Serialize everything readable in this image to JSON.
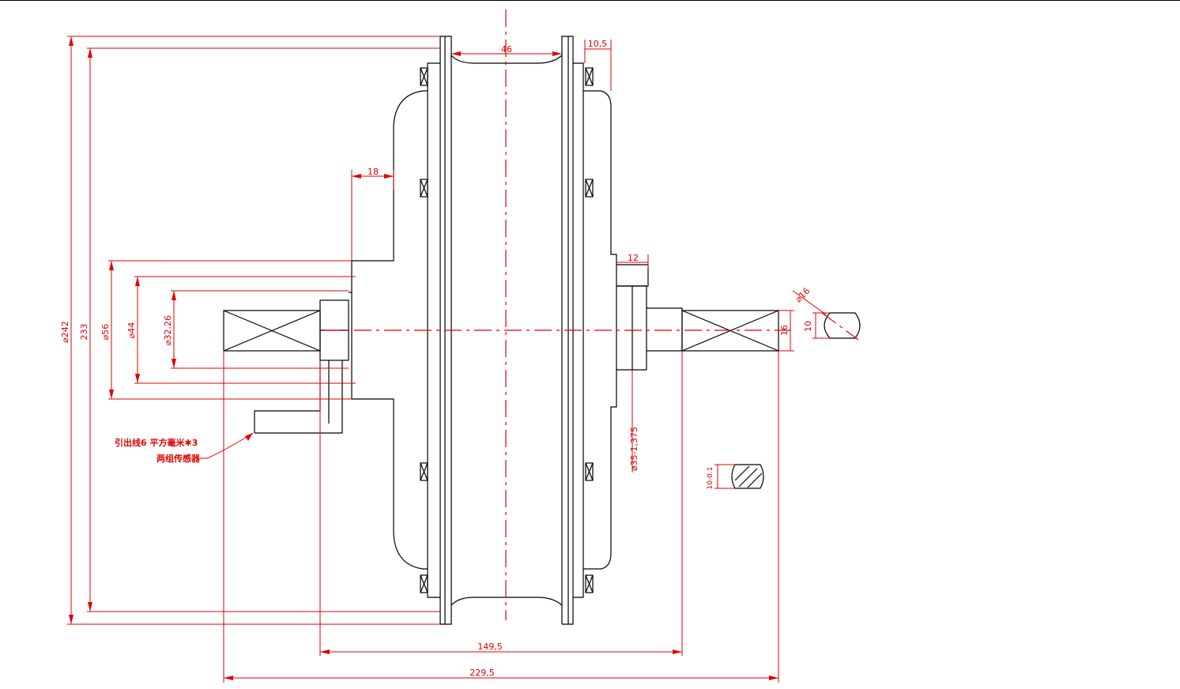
{
  "drawing": {
    "line_colors": {
      "outline": "#000000",
      "dimension": "#e00000"
    },
    "dimensions": {
      "d242": "⌀242",
      "d233": "233",
      "d56": "⌀56",
      "d44": "⌀44",
      "d32": "⌀32,26",
      "w46": "46",
      "w10_5": "10,5",
      "w18": "18",
      "w12": "12",
      "d16": "⌀16",
      "h10": "10",
      "h16": "16",
      "d35": "⌀35-1,375",
      "t10": "10-0.1",
      "l149": "149,5",
      "l229": "229,5"
    },
    "notes": {
      "lead_wire": "引出线6 平方毫米✱3",
      "sensor": "两组传感器"
    }
  }
}
